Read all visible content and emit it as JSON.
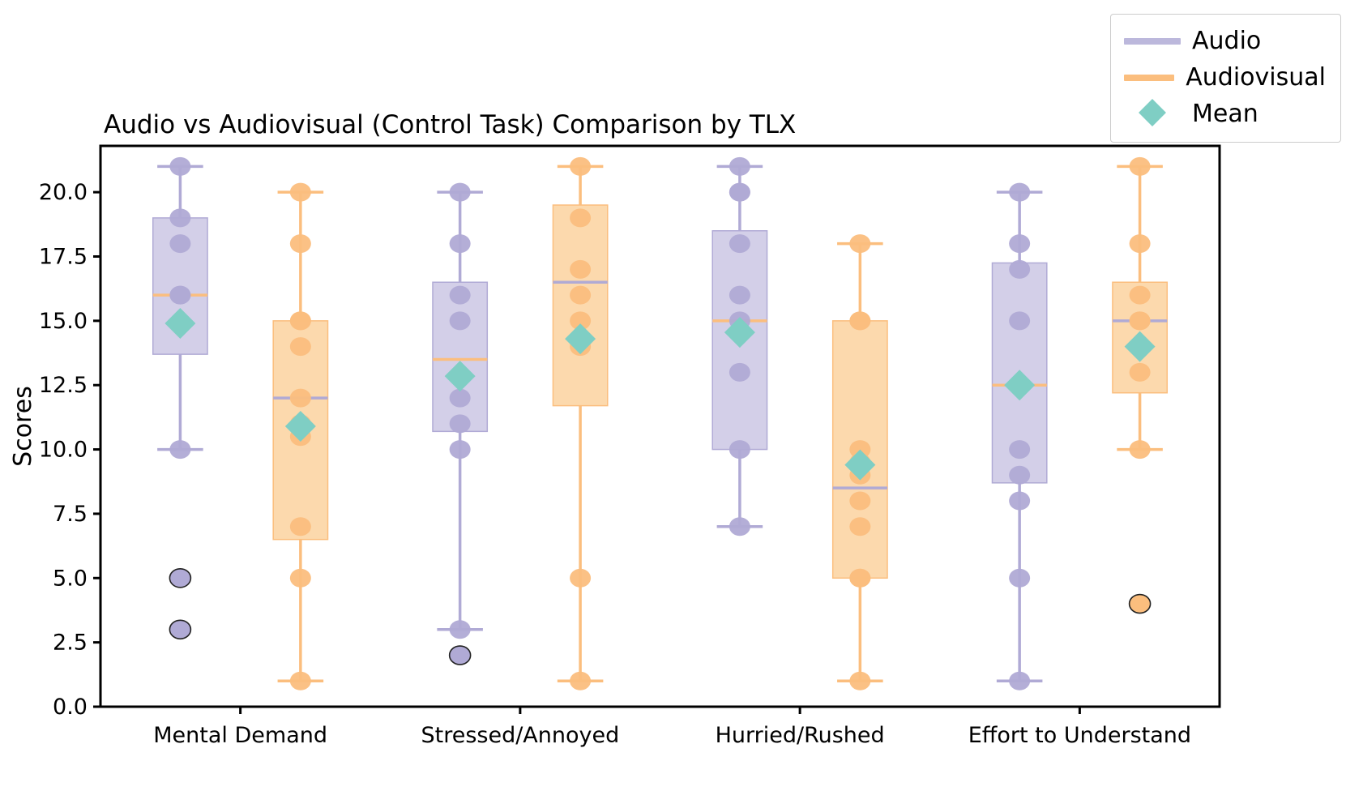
{
  "chart_data": {
    "type": "box",
    "title": "Audio vs Audiovisual (Control Task) Comparison by TLX",
    "xlabel": "",
    "ylabel": "Scores",
    "ylim": [
      0.0,
      21.8
    ],
    "yticks": [
      0.0,
      2.5,
      5.0,
      7.5,
      10.0,
      12.5,
      15.0,
      17.5,
      20.0
    ],
    "ytick_labels": [
      "0.0",
      "2.5",
      "5.0",
      "7.5",
      "10.0",
      "12.5",
      "15.0",
      "17.5",
      "20.0"
    ],
    "grid": false,
    "categories": [
      "Mental Demand",
      "Stressed/Annoyed",
      "Hurried/Rushed",
      "Effort to Understand"
    ],
    "legend": {
      "position": "upper right",
      "entries": [
        {
          "label": "Audio",
          "marker": "line",
          "color": "#bcb8dc"
        },
        {
          "label": "Audiovisual",
          "marker": "line",
          "color": "#fbbe7e"
        },
        {
          "label": "Mean",
          "marker": "diamond",
          "color": "#7fcec4"
        }
      ]
    },
    "colors": {
      "audio_fill": "#d3cfe8",
      "audio_line": "#b0aad5",
      "audiovisual_fill": "#fcd9ad",
      "audiovisual_line": "#fbbe7e",
      "mean_marker": "#7fcec4",
      "axis": "#000000",
      "background": "#ffffff"
    },
    "series": [
      {
        "name": "Audio",
        "boxes": [
          {
            "category": "Mental Demand",
            "q1": 13.7,
            "median": 16.0,
            "q3": 19.0,
            "whisker_low": 10.0,
            "whisker_high": 21.0,
            "mean": 14.9,
            "points": [
              21.0,
              19.0,
              18.0,
              16.0,
              16.0,
              10.0
            ],
            "outliers": [
              5.0,
              3.0
            ]
          },
          {
            "category": "Stressed/Annoyed",
            "q1": 10.7,
            "median": 13.5,
            "q3": 16.5,
            "whisker_low": 3.0,
            "whisker_high": 20.0,
            "mean": 12.85,
            "points": [
              20.0,
              18.0,
              16.0,
              15.0,
              12.0,
              11.0,
              10.0,
              3.0
            ],
            "outliers": [
              2.0
            ]
          },
          {
            "category": "Hurried/Rushed",
            "q1": 10.0,
            "median": 15.0,
            "q3": 18.5,
            "whisker_low": 7.0,
            "whisker_high": 21.0,
            "mean": 14.55,
            "points": [
              21.0,
              20.0,
              20.0,
              18.0,
              16.0,
              15.0,
              13.0,
              10.0,
              7.0
            ],
            "outliers": []
          },
          {
            "category": "Effort to Understand",
            "q1": 8.7,
            "median": 12.5,
            "q3": 17.25,
            "whisker_low": 1.0,
            "whisker_high": 20.0,
            "mean": 12.5,
            "points": [
              20.0,
              18.0,
              17.0,
              15.0,
              10.0,
              9.0,
              8.0,
              5.0,
              1.0
            ],
            "outliers": []
          }
        ]
      },
      {
        "name": "Audiovisual",
        "boxes": [
          {
            "category": "Mental Demand",
            "q1": 6.5,
            "median": 12.0,
            "q3": 15.0,
            "whisker_low": 1.0,
            "whisker_high": 20.0,
            "mean": 10.9,
            "points": [
              20.0,
              18.0,
              15.0,
              15.0,
              14.0,
              12.0,
              11.0,
              10.5,
              7.0,
              5.0,
              1.0
            ],
            "outliers": []
          },
          {
            "category": "Stressed/Annoyed",
            "q1": 11.7,
            "median": 16.5,
            "q3": 19.5,
            "whisker_low": 1.0,
            "whisker_high": 21.0,
            "mean": 14.3,
            "points": [
              21.0,
              19.0,
              17.0,
              16.0,
              15.0,
              14.0,
              5.0,
              1.0
            ],
            "outliers": []
          },
          {
            "category": "Hurried/Rushed",
            "q1": 5.0,
            "median": 8.5,
            "q3": 15.0,
            "whisker_low": 1.0,
            "whisker_high": 18.0,
            "mean": 9.4,
            "points": [
              18.0,
              15.0,
              15.0,
              10.0,
              9.5,
              9.0,
              8.0,
              7.0,
              5.0,
              5.0,
              1.0
            ],
            "outliers": []
          },
          {
            "category": "Effort to Understand",
            "q1": 12.2,
            "median": 15.0,
            "q3": 16.5,
            "whisker_low": 10.0,
            "whisker_high": 21.0,
            "mean": 14.0,
            "points": [
              21.0,
              18.0,
              16.0,
              15.0,
              15.0,
              13.0,
              10.0
            ],
            "outliers": [
              4.0
            ]
          }
        ]
      }
    ]
  }
}
